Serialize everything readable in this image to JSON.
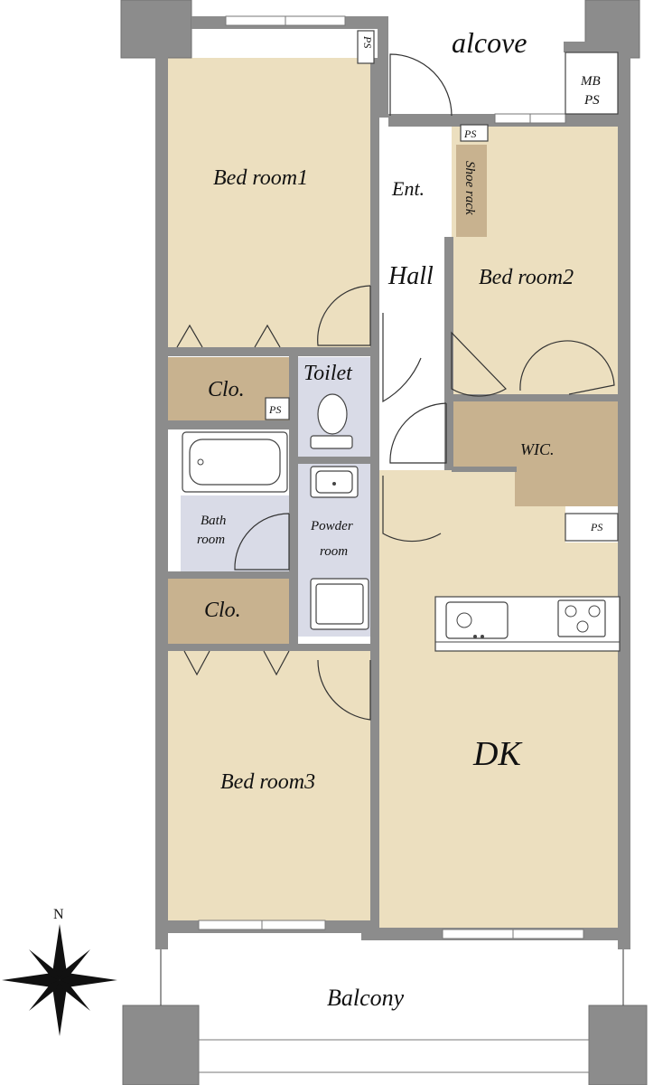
{
  "rooms": {
    "alcove": "alcove",
    "mb_ps": [
      "MB",
      "PS"
    ],
    "ps": "PS",
    "bedroom1": "Bed room1",
    "bedroom2": "Bed room2",
    "bedroom3": "Bed room3",
    "entrance": "Ent.",
    "shoe_rack": "Shoe rack",
    "hall": "Hall",
    "closet": "Clo.",
    "toilet": "Toilet",
    "wic": "WIC.",
    "bath_room": [
      "Bath",
      "room"
    ],
    "powder_room": [
      "Powder",
      "room"
    ],
    "dk": "DK",
    "balcony": "Balcony",
    "north": "N"
  },
  "colors": {
    "room_fill": "#ecdfbf",
    "closet_fill": "#c8b28f",
    "wet_fill": "#d9dbe7",
    "wall": "#8c8c8c",
    "line": "#333333"
  }
}
